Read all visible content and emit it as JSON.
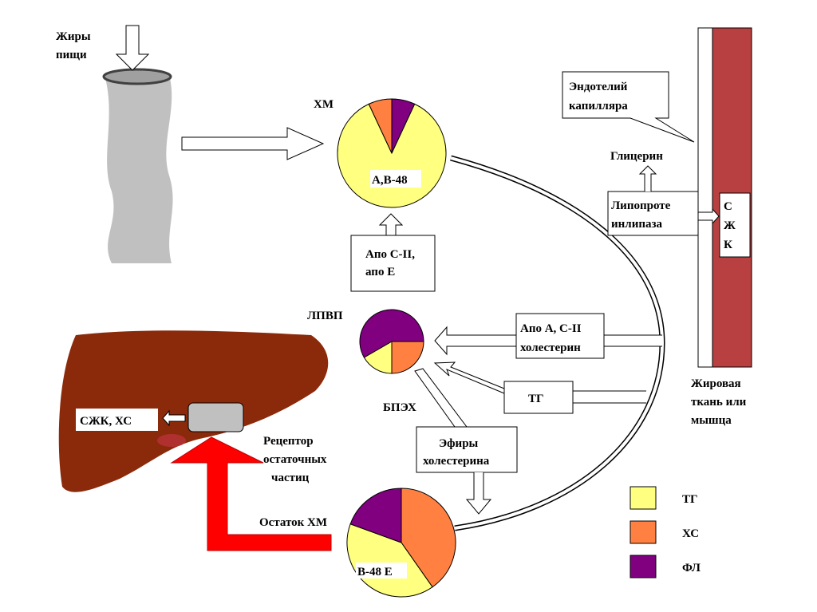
{
  "colors": {
    "tg": "#ffff80",
    "xc": "#ff8040",
    "fl": "#800080",
    "liver": "#8b2a0b",
    "capillary": "#b94040",
    "remnant_arrow": "#ff0000",
    "intestine": "#c0c0c0"
  },
  "labels": {
    "dietary_fats": [
      "Жиры",
      "пищи"
    ],
    "chylomicron": "ХМ",
    "chylomicron_apo": "А,В-48",
    "apo_box": [
      "Апо С-II,",
      "апо Е"
    ],
    "hdl": "ЛПВП",
    "apo_chol_box": [
      "Апо А, С-II",
      "холестерин"
    ],
    "tg_box": "ТГ",
    "ceptp": "БПЭХ",
    "esters_box": [
      "Эфиры",
      "холестерина"
    ],
    "remnant": "Остаток ХМ",
    "remnant_apo": "В-48 Е",
    "receptor": [
      "Рецептор",
      "остаточных",
      "частиц"
    ],
    "liver_box": "СЖК, ХС",
    "endothelium": [
      "Эндотелий",
      "капилляра"
    ],
    "glycerol": "Глицерин",
    "lpl": [
      "Липопроте",
      "инлипаза"
    ],
    "ffa": [
      "С",
      "Ж",
      "К"
    ],
    "tissue": [
      "Жировая",
      "ткань или",
      "мышца"
    ]
  },
  "legend": [
    {
      "label": "ТГ",
      "color": "#ffff80"
    },
    {
      "label": "ХС",
      "color": "#ff8040"
    },
    {
      "label": "ФЛ",
      "color": "#800080"
    }
  ]
}
